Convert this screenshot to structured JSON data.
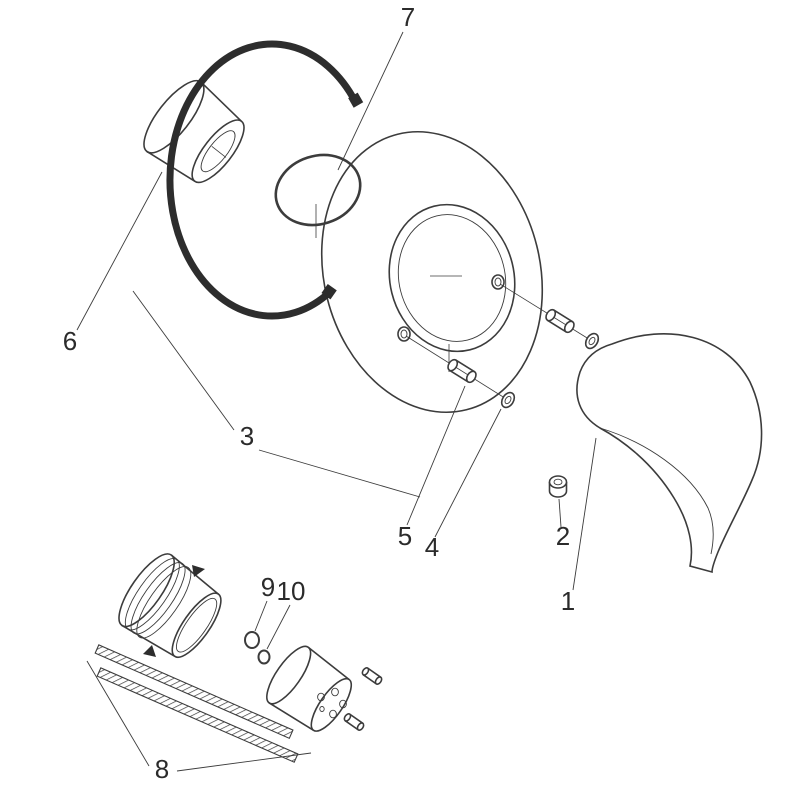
{
  "diagram": {
    "type": "exploded-parts-diagram",
    "subject": "concealed-single-lever-mixer-trim-set",
    "background": "#ffffff",
    "line_color": "#3c3c3c",
    "label_color": "#2b2b2b",
    "part_labels": {
      "1": "1",
      "2": "2",
      "3": "3",
      "4": "4",
      "5": "5",
      "6": "6",
      "7": "7",
      "8": "8",
      "9": "9",
      "10": "10"
    }
  }
}
